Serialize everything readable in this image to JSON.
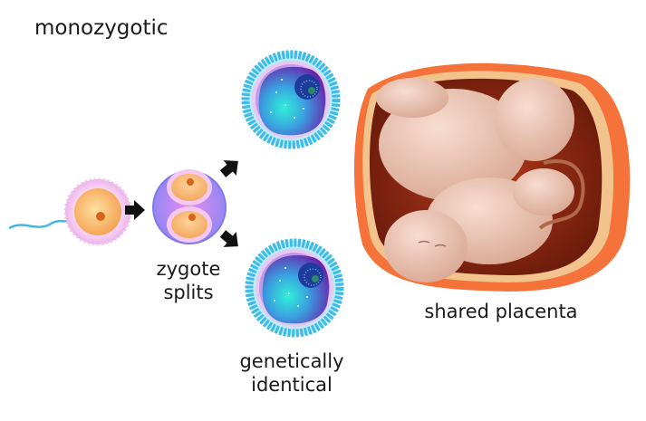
{
  "diagram": {
    "title": "monozygotic",
    "stages": [
      {
        "id": "fertilization",
        "description": "sperm fertilizing egg cell"
      },
      {
        "id": "zygote",
        "label": "zygote splits"
      },
      {
        "id": "embryos",
        "label": "genetically identical",
        "count": 2
      },
      {
        "id": "womb",
        "label": "shared placenta",
        "description": "two fetuses in one uterus"
      }
    ],
    "labels": {
      "zygote_line1": "zygote",
      "zygote_line2": "splits",
      "genetic_line1": "genetically",
      "genetic_line2": "identical",
      "placenta": "shared placenta"
    },
    "colors": {
      "arrow": "#111111",
      "sperm": "#3fb8e8",
      "egg_outer": "#f3c6ef",
      "egg_inner": "#f8b25a",
      "zygote_shell": "#9c8af0",
      "embryo_ring": "#4cc4ea",
      "embryo_core": "#6a2cb8",
      "embryo_glow": "#2fe0d0",
      "uterus_wall": "#f06a2a",
      "uterus_inner": "#8a2412",
      "skin": "#e9c3b2"
    }
  }
}
